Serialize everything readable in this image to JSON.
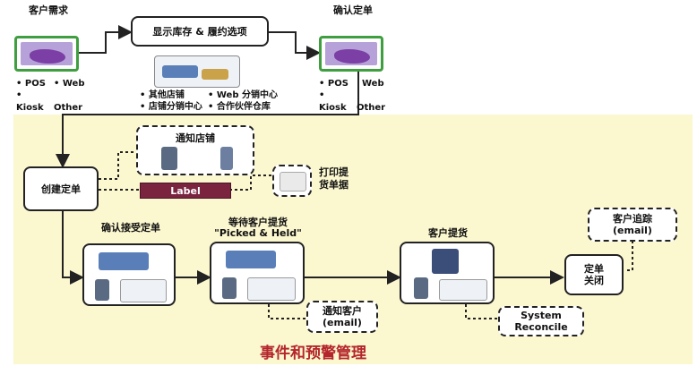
{
  "top": {
    "customer_request": "客户需求",
    "display_inventory": "显示库存 & 履约选项",
    "confirm_order": "确认定单",
    "channels_left": [
      "• POS",
      "• Web",
      "•",
      "Kiosk",
      "Other"
    ],
    "channels_right": [
      "• POS",
      "Web",
      "•",
      "Kiosk",
      "Other"
    ],
    "fulfillment_options": [
      "• 其他店铺",
      "• Web 分销中心",
      "• 店铺分销中心",
      "• 合作伙伴仓库"
    ]
  },
  "middle": {
    "notify_store": "通知店铺",
    "create_order": "创建定单",
    "label_bar": "Label",
    "print_pick_list": "打印提\n货单据"
  },
  "flow": {
    "confirm_accept": "确认接受定单",
    "await_pickup": "等待客户提货",
    "picked_held": "\"Picked & Held\"",
    "customer_pickup": "客户提货",
    "order_closed": "定单\n关闭",
    "notify_customer": "通知客户\n(email)",
    "customer_track": "客户追踪\n(email)",
    "system_reconcile": "System\nReconcile"
  },
  "footer": {
    "title": "事件和预警管理"
  },
  "colors": {
    "zone_bg": "#fbf7cf",
    "kiosk_border": "#3f9e3f",
    "label_bar": "#7a2440",
    "footer_text": "#b4262b"
  }
}
